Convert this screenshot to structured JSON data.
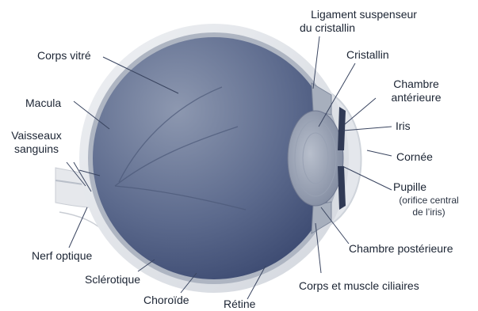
{
  "colors": {
    "sclera": "#e2e4e8",
    "vitreous_light": "#8a95ad",
    "vitreous_dark": "#3d4b72",
    "leader": "#3a4560"
  },
  "labels": {
    "ligament": [
      "Ligament suspenseur",
      "du cristallin"
    ],
    "cristallin": "Cristallin",
    "chambre_anterieure": [
      "Chambre",
      "antérieure"
    ],
    "iris": "Iris",
    "cornee": "Cornée",
    "pupille": "Pupille",
    "pupille_note": [
      "(orifice central",
      "de l’iris)"
    ],
    "chambre_posterieure": "Chambre postérieure",
    "corps_ciliaires": "Corps et muscle ciliaires",
    "corps_vitre": "Corps vitré",
    "macula": "Macula",
    "vaisseaux": [
      "Vaisseaux",
      "sanguins"
    ],
    "nerf_optique": "Nerf optique",
    "sclerotique": "Sclérotique",
    "choroide": "Choroïde",
    "retine": "Rétine"
  }
}
